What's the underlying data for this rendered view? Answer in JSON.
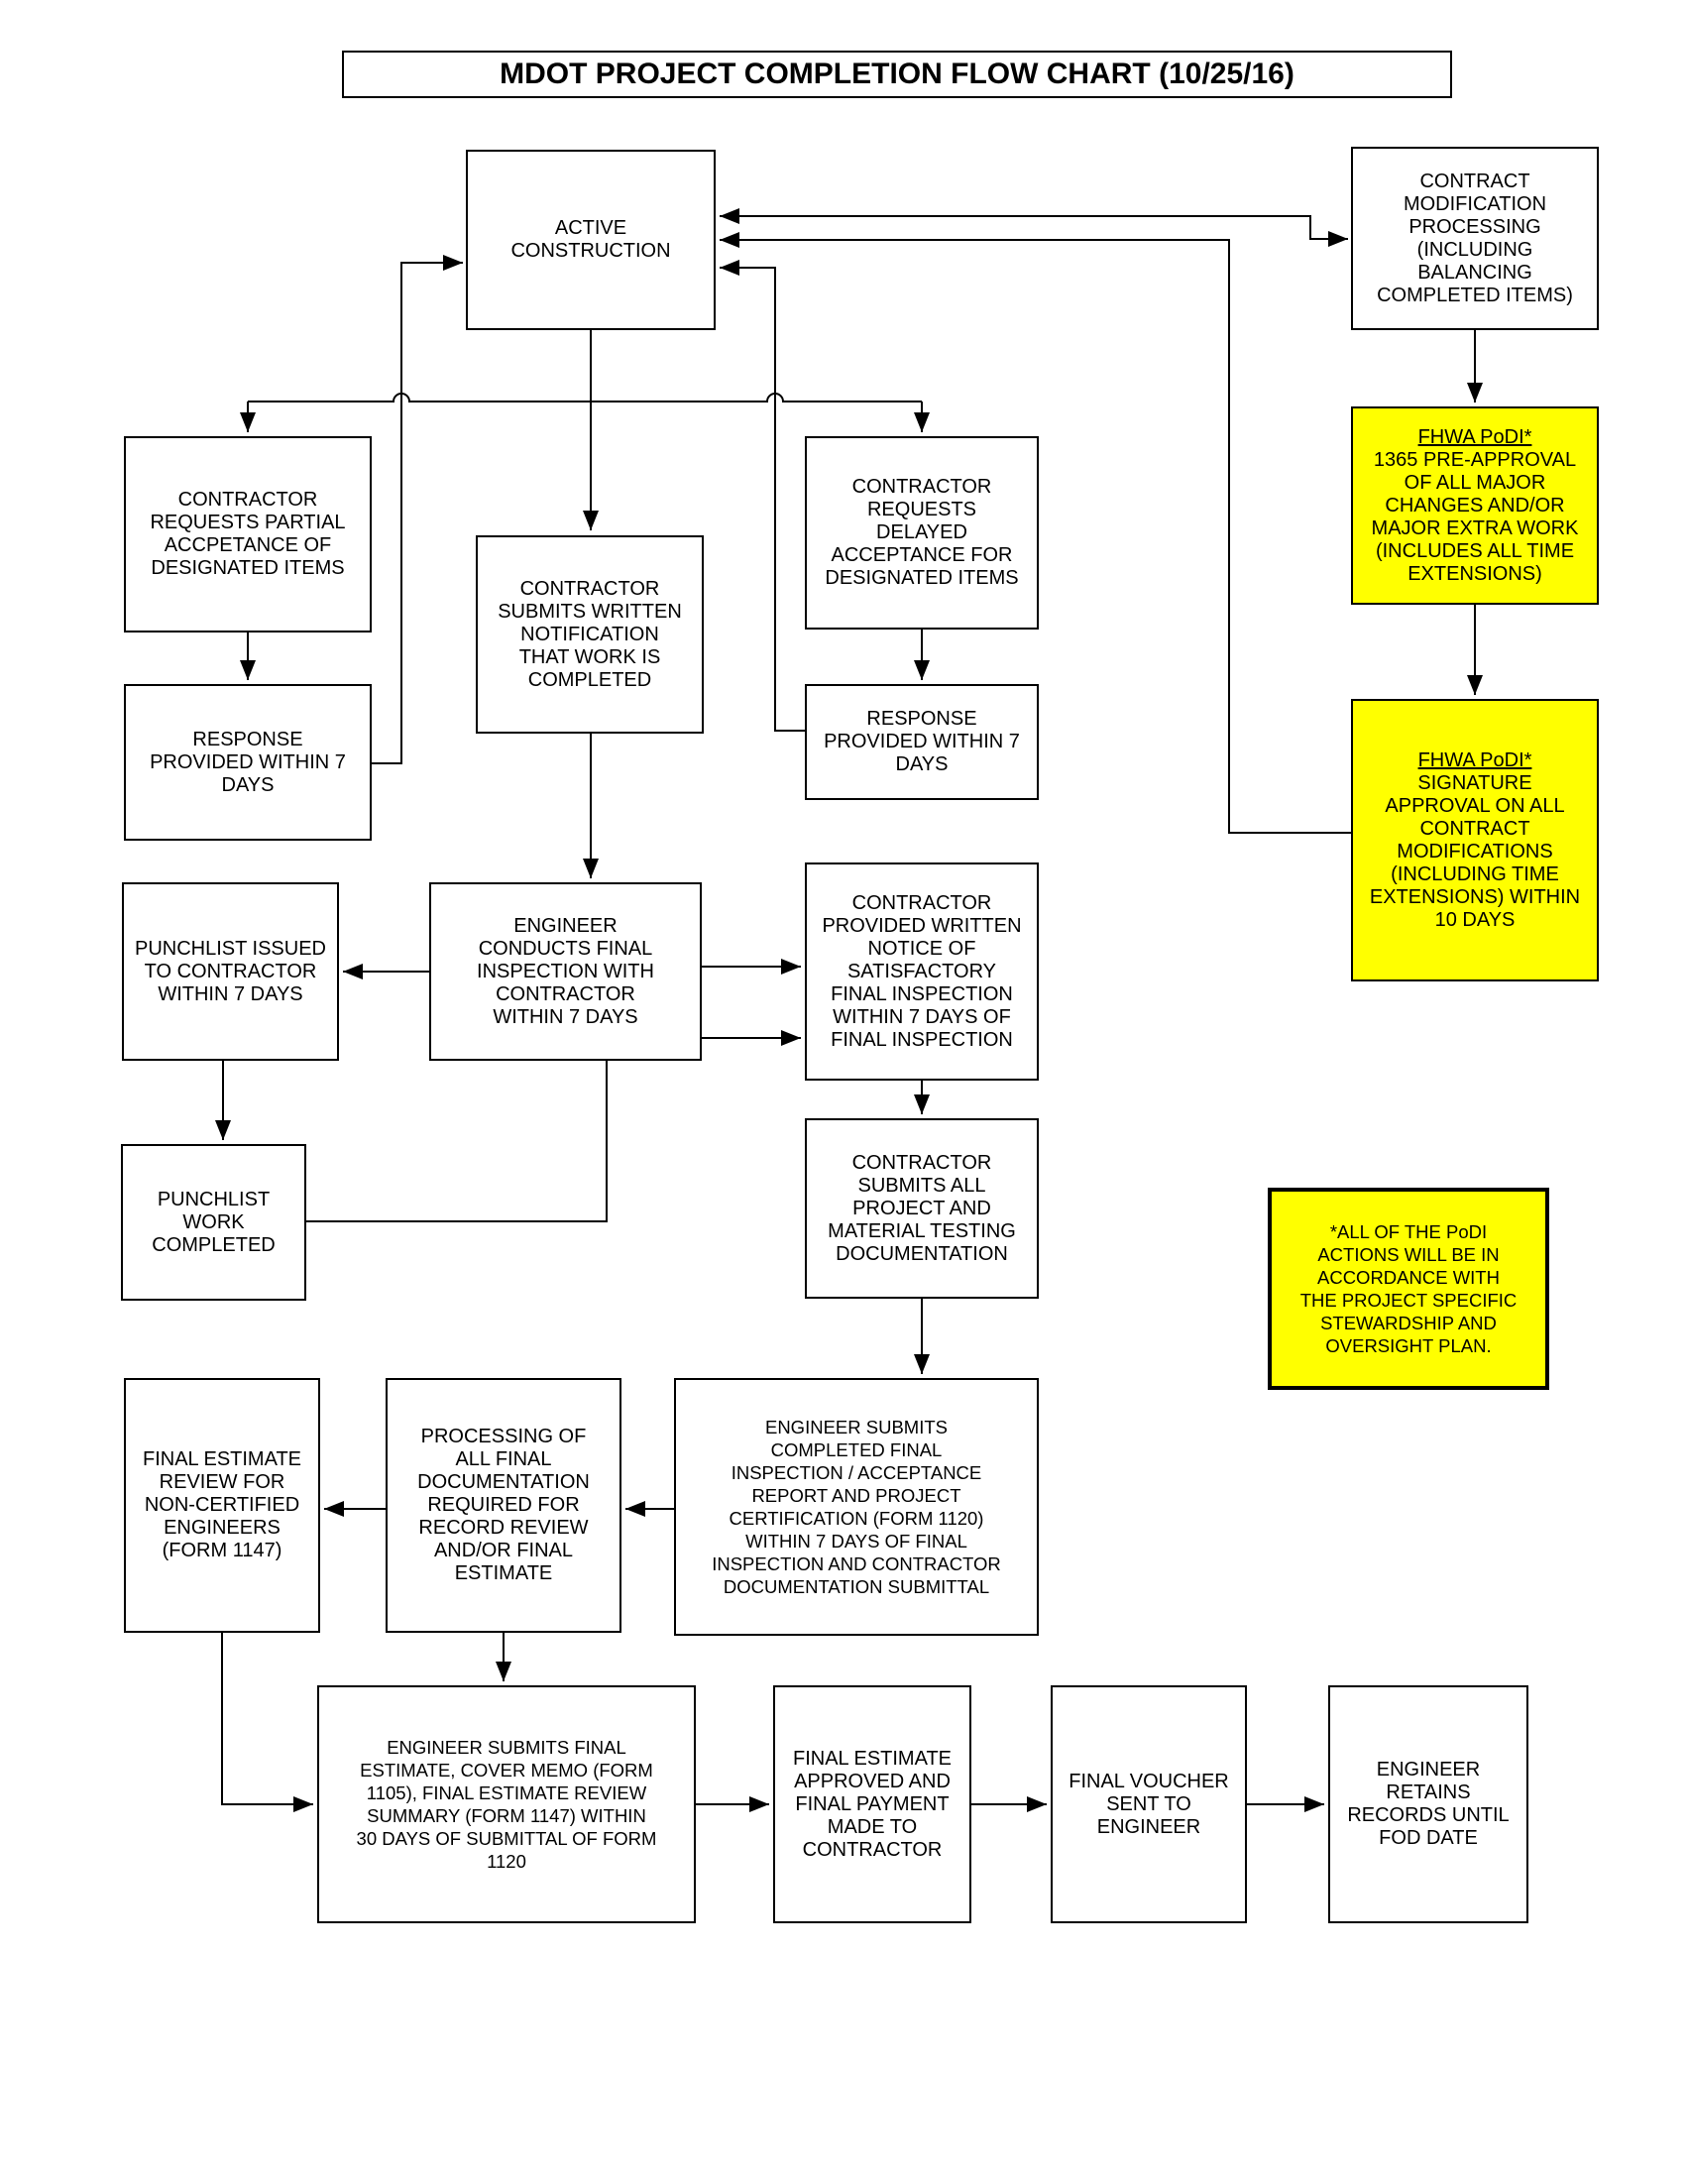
{
  "title": "MDOT PROJECT COMPLETION FLOW CHART (10/25/16)",
  "colors": {
    "highlight": "#FFFF00",
    "line": "#000000",
    "box_background": "#FFFFFF",
    "box_border": "#000000"
  },
  "nodes": {
    "active_construction": {
      "text": "ACTIVE\nCONSTRUCTION"
    },
    "contract_mod": {
      "text": "CONTRACT\nMODIFICATION\nPROCESSING\n(INCLUDING\nBALANCING\nCOMPLETED ITEMS)"
    },
    "podi_preapproval": {
      "header": "FHWA PoDI*",
      "body": "1365 PRE-APPROVAL\nOF ALL MAJOR\nCHANGES AND/OR\nMAJOR EXTRA WORK\n(INCLUDES ALL TIME\nEXTENSIONS)"
    },
    "podi_signature": {
      "header": "FHWA PoDI*",
      "body": "SIGNATURE\nAPPROVAL ON ALL\nCONTRACT\nMODIFICATIONS\n(INCLUDING TIME\nEXTENSIONS) WITHIN\n10 DAYS"
    },
    "contractor_partial": {
      "text": "CONTRACTOR\nREQUESTS PARTIAL\nACCPETANCE OF\nDESIGNATED ITEMS"
    },
    "response_left": {
      "text": "RESPONSE\nPROVIDED WITHIN 7\nDAYS"
    },
    "contractor_written": {
      "text": "CONTRACTOR\nSUBMITS WRITTEN\nNOTIFICATION\nTHAT WORK IS\nCOMPLETED"
    },
    "contractor_delayed": {
      "text": "CONTRACTOR\nREQUESTS\nDELAYED\nACCEPTANCE FOR\nDESIGNATED ITEMS"
    },
    "response_right": {
      "text": "RESPONSE\nPROVIDED WITHIN 7\nDAYS"
    },
    "punchlist_issued": {
      "text": "PUNCHLIST ISSUED\nTO CONTRACTOR\nWITHIN 7 DAYS"
    },
    "engineer_inspection": {
      "text": "ENGINEER\nCONDUCTS FINAL\nINSPECTION WITH\nCONTRACTOR\nWITHIN 7 DAYS"
    },
    "notice_satisfactory": {
      "text": "CONTRACTOR\nPROVIDED WRITTEN\nNOTICE OF\nSATISFACTORY\nFINAL INSPECTION\nWITHIN 7 DAYS OF\nFINAL INSPECTION"
    },
    "punchlist_completed": {
      "text": "PUNCHLIST WORK\nCOMPLETED"
    },
    "contractor_documentation": {
      "text": "CONTRACTOR\nSUBMITS ALL\nPROJECT AND\nMATERIAL TESTING\nDOCUMENTATION"
    },
    "engineer_1120": {
      "text": "ENGINEER SUBMITS\nCOMPLETED FINAL\nINSPECTION / ACCEPTANCE\nREPORT AND PROJECT\nCERTIFICATION (FORM 1120)\nWITHIN 7 DAYS OF FINAL\nINSPECTION AND CONTRACTOR\nDOCUMENTATION SUBMITTAL"
    },
    "processing_final": {
      "text": "PROCESSING OF\nALL FINAL\nDOCUMENTATION\nREQUIRED FOR\nRECORD REVIEW\nAND/OR FINAL\nESTIMATE"
    },
    "estimate_review": {
      "text": "FINAL ESTIMATE\nREVIEW FOR\nNON-CERTIFIED\nENGINEERS\n(FORM 1147)"
    },
    "podi_note": {
      "text": "*ALL OF THE PoDI\nACTIONS WILL BE IN\nACCORDANCE WITH\nTHE PROJECT SPECIFIC\nSTEWARDSHIP AND\nOVERSIGHT PLAN."
    },
    "engineer_final_estimate": {
      "text": "ENGINEER SUBMITS FINAL\nESTIMATE, COVER MEMO (FORM\n1105), FINAL ESTIMATE REVIEW\nSUMMARY (FORM 1147) WITHIN\n30 DAYS OF SUBMITTAL OF FORM\n1120"
    },
    "estimate_approved": {
      "text": "FINAL ESTIMATE\nAPPROVED AND\nFINAL PAYMENT\nMADE TO\nCONTRACTOR"
    },
    "final_voucher": {
      "text": "FINAL VOUCHER\nSENT TO\nENGINEER"
    },
    "engineer_retains": {
      "text": "ENGINEER\nRETAINS\nRECORDS UNTIL\nFOD DATE"
    }
  }
}
